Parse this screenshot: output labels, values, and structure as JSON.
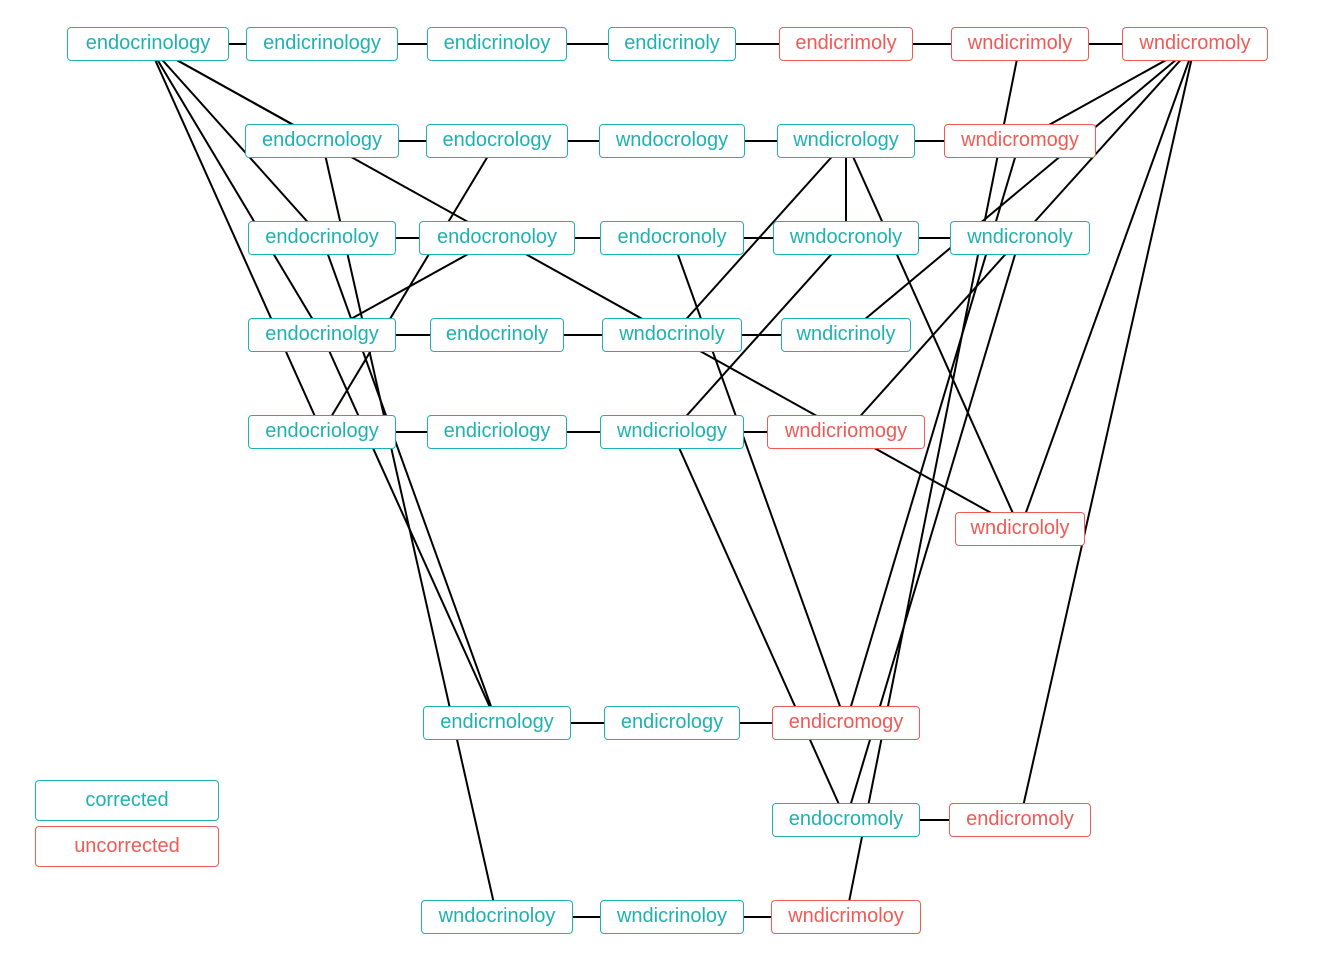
{
  "colors": {
    "corrected": "#1fb1b1",
    "uncorrected": "#ef5a55",
    "edge": "#000000"
  },
  "legend": {
    "corrected_label": "corrected",
    "uncorrected_label": "uncorrected"
  },
  "nodes": [
    {
      "id": "n01",
      "label": "endocrinology",
      "status": "corrected"
    },
    {
      "id": "n02",
      "label": "endicrinology",
      "status": "corrected"
    },
    {
      "id": "n03",
      "label": "endicrinoloy",
      "status": "corrected"
    },
    {
      "id": "n04",
      "label": "endicrinoly",
      "status": "corrected"
    },
    {
      "id": "n05",
      "label": "endicrimoly",
      "status": "uncorrected"
    },
    {
      "id": "n06",
      "label": "wndicrimoly",
      "status": "uncorrected"
    },
    {
      "id": "n07",
      "label": "wndicromoly",
      "status": "uncorrected"
    },
    {
      "id": "n08",
      "label": "endocrnology",
      "status": "corrected"
    },
    {
      "id": "n09",
      "label": "endocrology",
      "status": "corrected"
    },
    {
      "id": "n10",
      "label": "wndocrology",
      "status": "corrected"
    },
    {
      "id": "n11",
      "label": "wndicrology",
      "status": "corrected"
    },
    {
      "id": "n12",
      "label": "wndicromogy",
      "status": "uncorrected"
    },
    {
      "id": "n13",
      "label": "endocrinoloy",
      "status": "corrected"
    },
    {
      "id": "n14",
      "label": "endocronoloy",
      "status": "corrected"
    },
    {
      "id": "n15",
      "label": "endocronoly",
      "status": "corrected"
    },
    {
      "id": "n16",
      "label": "wndocronoly",
      "status": "corrected"
    },
    {
      "id": "n17",
      "label": "wndicronoly",
      "status": "corrected"
    },
    {
      "id": "n18",
      "label": "endocrinolgy",
      "status": "corrected"
    },
    {
      "id": "n19",
      "label": "endocrinoly",
      "status": "corrected"
    },
    {
      "id": "n20",
      "label": "wndocrinoly",
      "status": "corrected"
    },
    {
      "id": "n21",
      "label": "wndicrinoly",
      "status": "corrected"
    },
    {
      "id": "n22",
      "label": "endocriology",
      "status": "corrected"
    },
    {
      "id": "n23",
      "label": "endicriology",
      "status": "corrected"
    },
    {
      "id": "n24",
      "label": "wndicriology",
      "status": "corrected"
    },
    {
      "id": "n25",
      "label": "wndicriomogy",
      "status": "uncorrected"
    },
    {
      "id": "n26",
      "label": "wndicrololy",
      "status": "uncorrected"
    },
    {
      "id": "n27",
      "label": "endicrnology",
      "status": "corrected"
    },
    {
      "id": "n28",
      "label": "endicrology",
      "status": "corrected"
    },
    {
      "id": "n29",
      "label": "endicromogy",
      "status": "uncorrected"
    },
    {
      "id": "n30",
      "label": "endocromoly",
      "status": "corrected"
    },
    {
      "id": "n31",
      "label": "endicromoly",
      "status": "uncorrected"
    },
    {
      "id": "n32",
      "label": "wndocrinoloy",
      "status": "corrected"
    },
    {
      "id": "n33",
      "label": "wndicrinoloy",
      "status": "corrected"
    },
    {
      "id": "n34",
      "label": "wndicrimoloy",
      "status": "uncorrected"
    }
  ],
  "edges": [
    [
      "n01",
      "n02"
    ],
    [
      "n02",
      "n03"
    ],
    [
      "n03",
      "n04"
    ],
    [
      "n04",
      "n05"
    ],
    [
      "n05",
      "n06"
    ],
    [
      "n06",
      "n07"
    ],
    [
      "n08",
      "n09"
    ],
    [
      "n09",
      "n10"
    ],
    [
      "n10",
      "n11"
    ],
    [
      "n11",
      "n12"
    ],
    [
      "n13",
      "n14"
    ],
    [
      "n14",
      "n15"
    ],
    [
      "n15",
      "n16"
    ],
    [
      "n16",
      "n17"
    ],
    [
      "n18",
      "n19"
    ],
    [
      "n19",
      "n20"
    ],
    [
      "n20",
      "n21"
    ],
    [
      "n22",
      "n23"
    ],
    [
      "n23",
      "n24"
    ],
    [
      "n24",
      "n25"
    ],
    [
      "n27",
      "n28"
    ],
    [
      "n28",
      "n29"
    ],
    [
      "n30",
      "n31"
    ],
    [
      "n32",
      "n33"
    ],
    [
      "n33",
      "n34"
    ],
    [
      "n01",
      "n08"
    ],
    [
      "n01",
      "n13"
    ],
    [
      "n01",
      "n18"
    ],
    [
      "n01",
      "n22"
    ],
    [
      "n01",
      "n02"
    ],
    [
      "n01",
      "n26"
    ],
    [
      "n08",
      "n32"
    ],
    [
      "n13",
      "n27"
    ],
    [
      "n18",
      "n27"
    ],
    [
      "n22",
      "n09"
    ],
    [
      "n14",
      "n18"
    ],
    [
      "n15",
      "n29"
    ],
    [
      "n16",
      "n11"
    ],
    [
      "n16",
      "n24"
    ],
    [
      "n20",
      "n11"
    ],
    [
      "n24",
      "n30"
    ],
    [
      "n11",
      "n26"
    ],
    [
      "n21",
      "n07"
    ],
    [
      "n25",
      "n17"
    ],
    [
      "n17",
      "n07"
    ],
    [
      "n12",
      "n07"
    ],
    [
      "n26",
      "n07"
    ],
    [
      "n31",
      "n07"
    ],
    [
      "n06",
      "n34"
    ],
    [
      "n29",
      "n12"
    ],
    [
      "n30",
      "n17"
    ]
  ]
}
